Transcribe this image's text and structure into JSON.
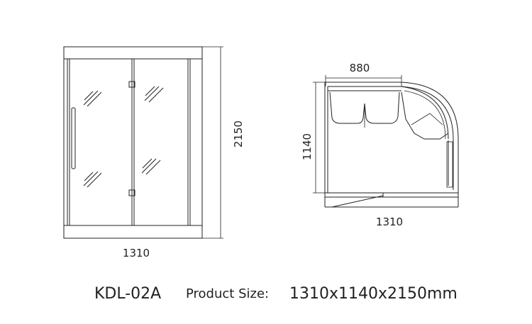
{
  "front_view": {
    "width_label": "1310",
    "height_label": "2150"
  },
  "top_view": {
    "top_width_label": "880",
    "depth_label": "1140",
    "bottom_width_label": "1310"
  },
  "caption": {
    "model": "KDL-02A",
    "size_label": "Product Size:",
    "size_value": "1310x1140x2150mm"
  }
}
